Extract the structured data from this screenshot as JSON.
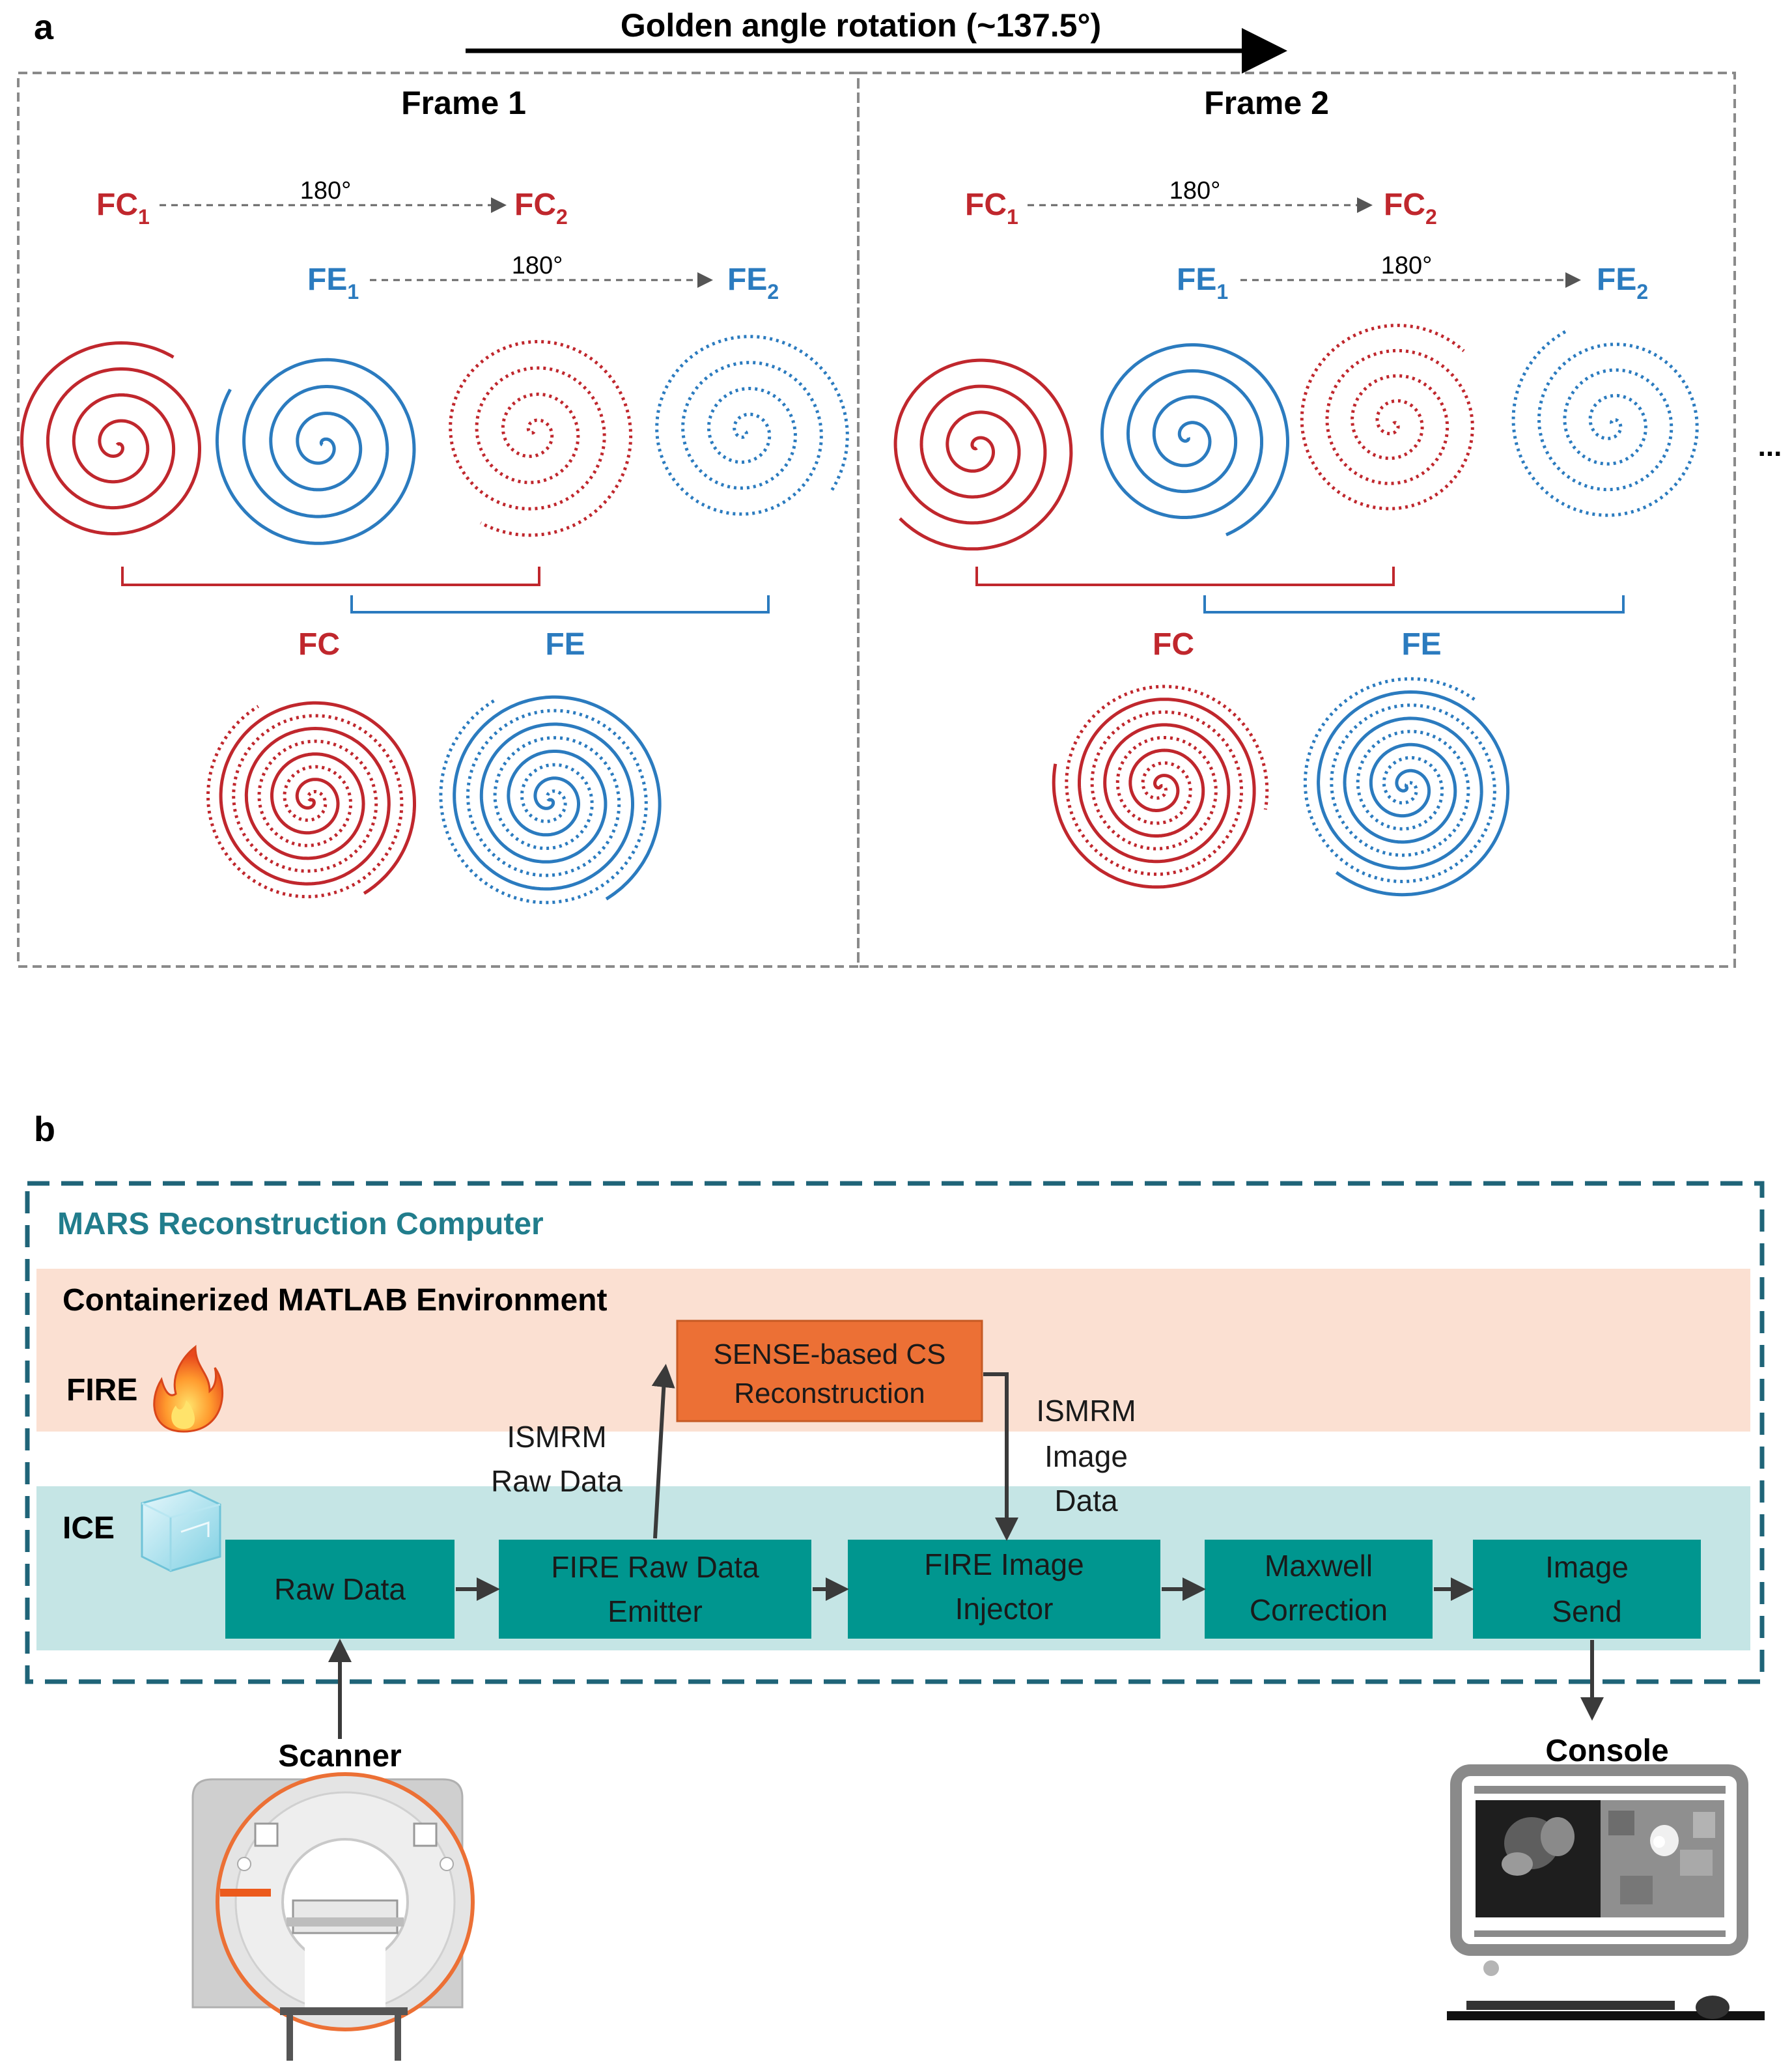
{
  "panel_a": {
    "panel_label": "a",
    "rotation_label": "Golden angle rotation (~137.5°)",
    "ellipsis": "...",
    "frames": [
      {
        "title": "Frame 1",
        "fc_start": "FC",
        "fc_start_sub": "1",
        "fc_end": "FC",
        "fc_end_sub": "2",
        "fc_angle": "180°",
        "fe_start": "FE",
        "fe_start_sub": "1",
        "fe_end": "FE",
        "fe_end_sub": "2",
        "fe_angle": "180°",
        "fc_combined": "FC",
        "fe_combined": "FE"
      },
      {
        "title": "Frame 2",
        "fc_start": "FC",
        "fc_start_sub": "1",
        "fc_end": "FC",
        "fc_end_sub": "2",
        "fc_angle": "180°",
        "fe_start": "FE",
        "fe_start_sub": "1",
        "fe_end": "FE",
        "fe_end_sub": "2",
        "fe_angle": "180°",
        "fc_combined": "FC",
        "fe_combined": "FE"
      }
    ]
  },
  "panel_b": {
    "panel_label": "b",
    "computer_title": "MARS Reconstruction Computer",
    "matlab_env": "Containerized MATLAB Environment",
    "fire_label": "FIRE",
    "ice_label": "ICE",
    "sense_box": [
      "SENSE-based CS",
      "Reconstruction"
    ],
    "raw_data_label": [
      "ISMRM",
      "Raw Data"
    ],
    "image_data_label": [
      "ISMRM",
      "Image",
      "Data"
    ],
    "blocks": [
      {
        "lines": [
          "Raw Data"
        ]
      },
      {
        "lines": [
          "FIRE Raw Data",
          "Emitter"
        ]
      },
      {
        "lines": [
          "FIRE Image",
          "Injector"
        ]
      },
      {
        "lines": [
          "Maxwell",
          "Correction"
        ]
      },
      {
        "lines": [
          "Image",
          "Send"
        ]
      }
    ],
    "scanner_label": "Scanner",
    "console_label": "Console"
  },
  "colors": {
    "fc_red": "#c0272d",
    "fe_blue": "#2b7bbf",
    "teal": "#00968f",
    "sense_orange": "#ec7035",
    "fire_band": "#fbe0d2",
    "ice_band": "#c5e5e5",
    "computer_border": "#1f6478",
    "title_teal": "#217d8c"
  }
}
